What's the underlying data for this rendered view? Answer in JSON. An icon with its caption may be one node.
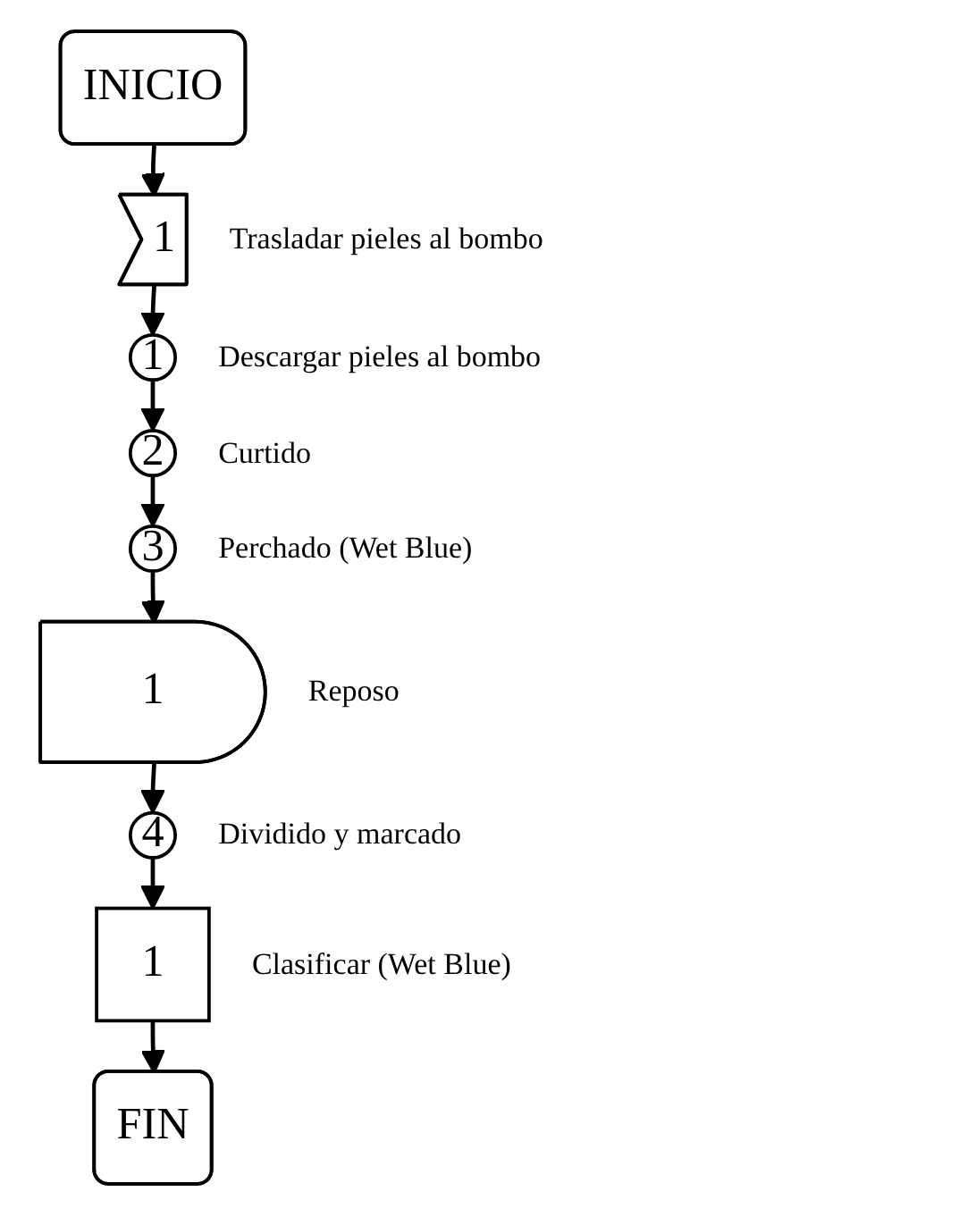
{
  "diagram": {
    "nodes": [
      {
        "text": [
          "INICIO"
        ]
      },
      {
        "text": [
          "1"
        ],
        "beside": [
          "Trasladar pieles al bombo"
        ]
      },
      {
        "text": [
          "1"
        ],
        "beside": [
          "Descargar pieles al bombo"
        ]
      },
      {
        "text": [
          "2"
        ],
        "beside": [
          "Curtido"
        ]
      },
      {
        "text": [
          "3"
        ],
        "beside": [
          "Perchado (Wet Blue)"
        ]
      },
      {
        "text": [
          "1"
        ],
        "beside": [
          "Reposo"
        ]
      },
      {
        "text": [
          "4"
        ],
        "beside": [
          "Dividido y marcado"
        ]
      },
      {
        "text": [
          "1"
        ],
        "beside": [
          "Clasificar (Wet Blue)"
        ]
      },
      {
        "text": [
          "FIN"
        ]
      }
    ],
    "edges": [
      {
        "from": 0,
        "to": 1,
        "arrow": "to"
      },
      {
        "from": 1,
        "to": 2,
        "arrow": "to"
      },
      {
        "from": 2,
        "to": 3,
        "arrow": "to"
      },
      {
        "from": 3,
        "to": 4,
        "arrow": "to"
      },
      {
        "from": 4,
        "to": 5,
        "arrow": "to"
      },
      {
        "from": 5,
        "to": 6,
        "arrow": "to"
      },
      {
        "from": 6,
        "to": 7,
        "arrow": "to"
      },
      {
        "from": 7,
        "to": 8,
        "arrow": "to"
      }
    ]
  }
}
